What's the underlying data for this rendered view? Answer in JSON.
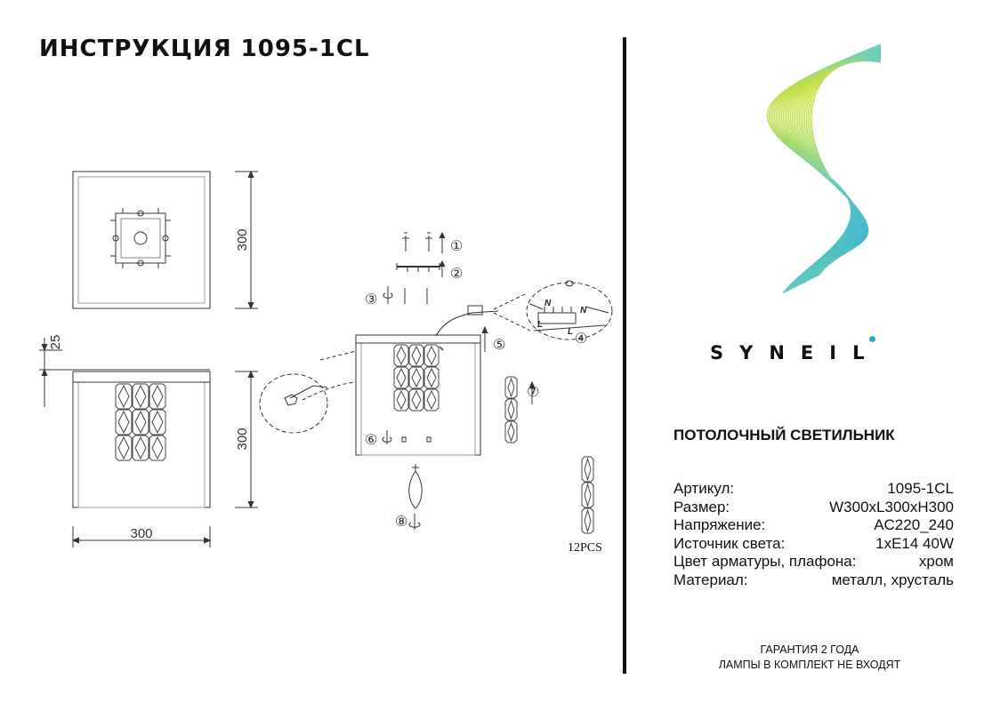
{
  "title": "ИНСТРУКЦИЯ 1095-1CL",
  "brand": {
    "name": "SYNEIL",
    "accent_color": "#2aa9d6"
  },
  "product_type": "ПОТОЛОЧНЫЙ СВЕТИЛЬНИК",
  "specs": [
    {
      "label": "Артикул:",
      "value": "1095-1CL"
    },
    {
      "label": "Размер:",
      "value": "W300xL300xH300"
    },
    {
      "label": "Напряжение:",
      "value": "AC220_240"
    },
    {
      "label": "Источник света:",
      "value": "1xE14 40W"
    },
    {
      "label": "Цвет арматуры, плафона:",
      "value": "хром"
    },
    {
      "label": "Материал:",
      "value": "металл, хрусталь"
    }
  ],
  "footer": {
    "warranty": "ГАРАНТИЯ 2 ГОДА",
    "lamps_note": "ЛАМПЫ В КОМПЛЕКТ НЕ ВХОДЯТ"
  },
  "dimensions": {
    "top_view_height": "300",
    "side_view_height": "300",
    "side_view_width": "300",
    "canopy_height": "25"
  },
  "steps": [
    "①",
    "②",
    "③",
    "④",
    "⑤",
    "⑥",
    "⑦",
    "⑧"
  ],
  "wiring": {
    "neutral": "N",
    "live": "L"
  },
  "crystal_count": "12PCS"
}
